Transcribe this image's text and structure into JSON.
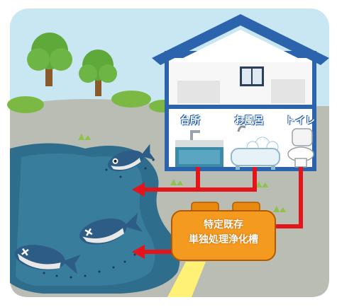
{
  "rooms": {
    "kitchen": "台所",
    "bath": "お風呂",
    "toilet": "トイレ"
  },
  "tank": {
    "line1": "特定既存",
    "line2": "単独処理浄化槽"
  },
  "colors": {
    "sky": "#c9e7f3",
    "house_roof": "#2b63ad",
    "wastewater_arrow": "#e3141b",
    "tank_orange": "#f39a1f",
    "river": "#2f6d8c",
    "grass": "#8fc24a"
  }
}
